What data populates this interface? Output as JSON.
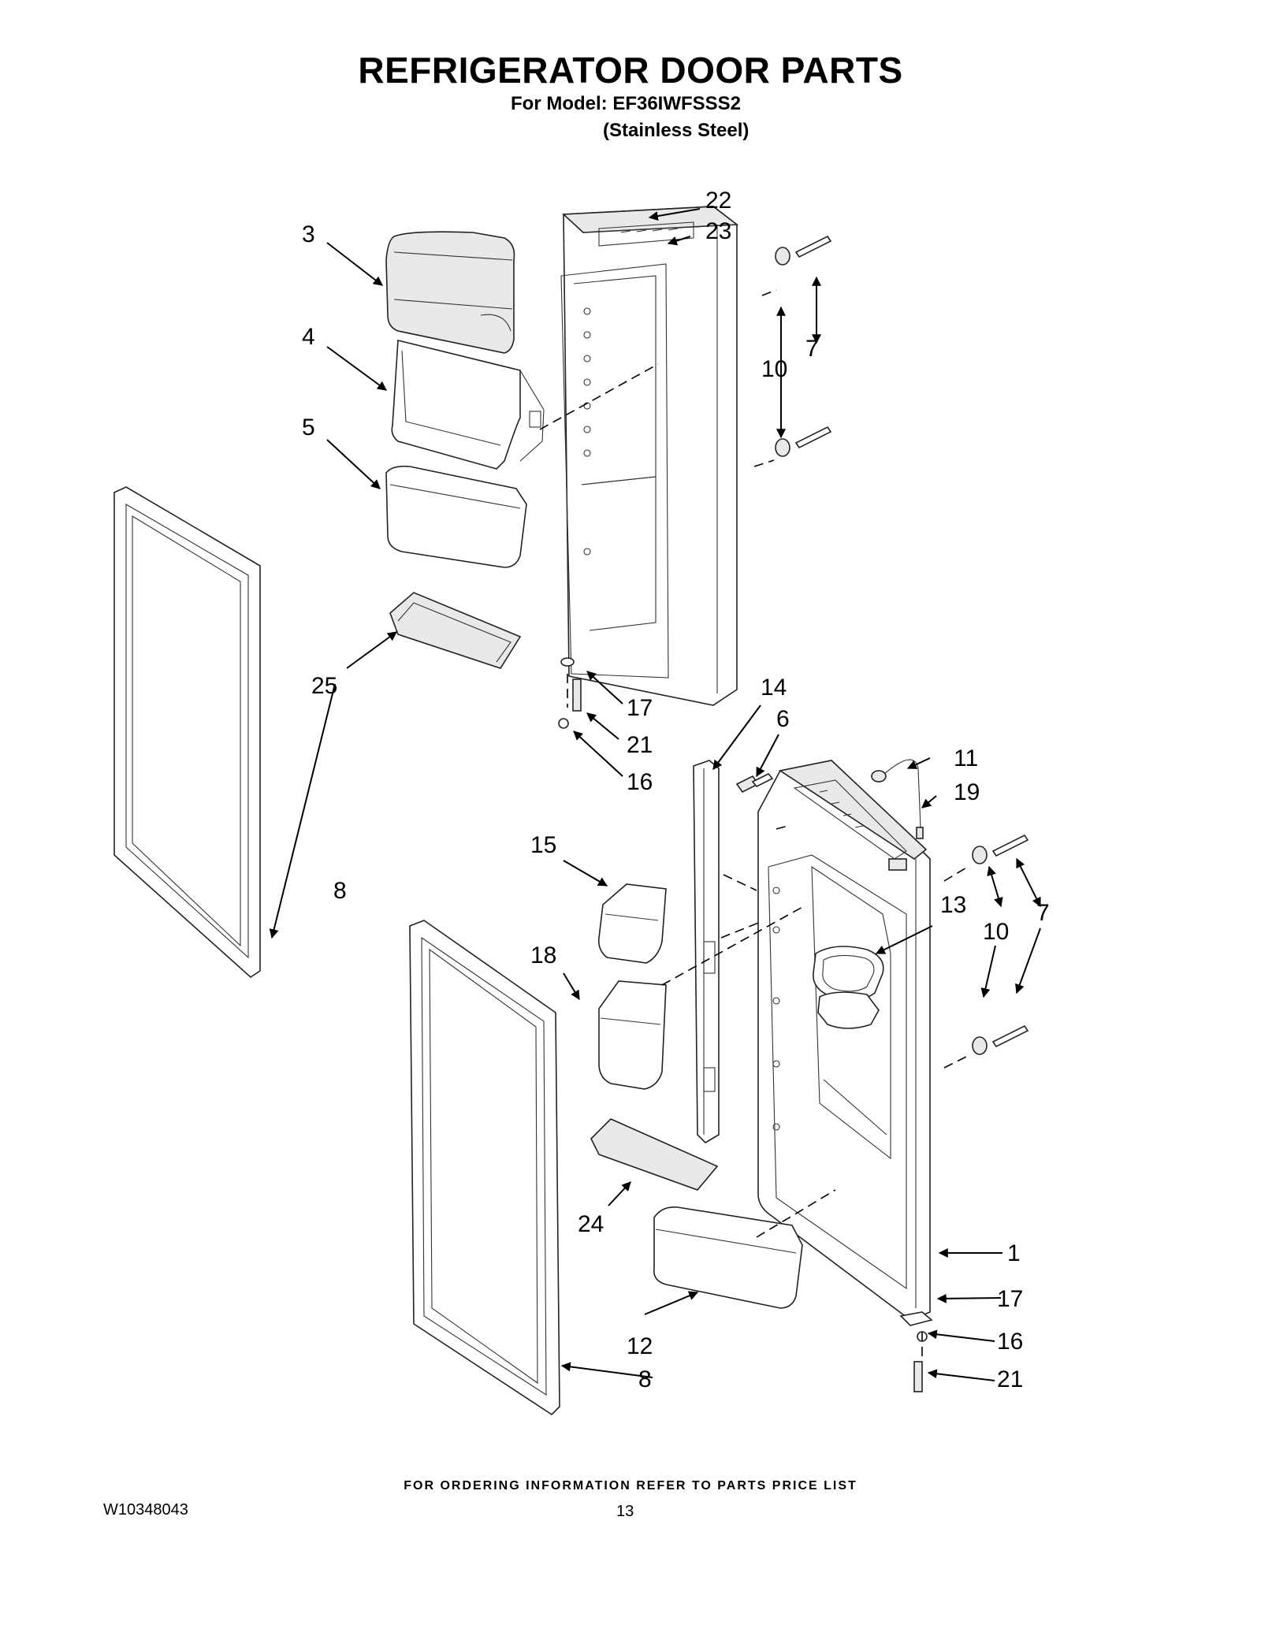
{
  "header": {
    "title": "REFRIGERATOR DOOR PARTS",
    "model_line": "For Model: EF36IWFSSS2",
    "finish_line": "(Stainless Steel)"
  },
  "callouts": [
    {
      "id": "c1",
      "label": "1"
    },
    {
      "id": "c3",
      "label": "3"
    },
    {
      "id": "c4",
      "label": "4"
    },
    {
      "id": "c5",
      "label": "5"
    },
    {
      "id": "c6",
      "label": "6"
    },
    {
      "id": "c7a",
      "label": "7"
    },
    {
      "id": "c7b",
      "label": "7"
    },
    {
      "id": "c8a",
      "label": "8"
    },
    {
      "id": "c8b",
      "label": "8"
    },
    {
      "id": "c10a",
      "label": "10"
    },
    {
      "id": "c10b",
      "label": "10"
    },
    {
      "id": "c11",
      "label": "11"
    },
    {
      "id": "c12",
      "label": "12"
    },
    {
      "id": "c13",
      "label": "13"
    },
    {
      "id": "c14",
      "label": "14"
    },
    {
      "id": "c15",
      "label": "15"
    },
    {
      "id": "c16a",
      "label": "16"
    },
    {
      "id": "c16b",
      "label": "16"
    },
    {
      "id": "c17a",
      "label": "17"
    },
    {
      "id": "c17b",
      "label": "17"
    },
    {
      "id": "c18",
      "label": "18"
    },
    {
      "id": "c19",
      "label": "19"
    },
    {
      "id": "c21a",
      "label": "21"
    },
    {
      "id": "c21b",
      "label": "21"
    },
    {
      "id": "c22",
      "label": "22"
    },
    {
      "id": "c23",
      "label": "23"
    },
    {
      "id": "c24",
      "label": "24"
    },
    {
      "id": "c25",
      "label": "25"
    }
  ],
  "footer": {
    "note": "FOR ORDERING INFORMATION REFER TO PARTS PRICE LIST",
    "doc_number": "W10348043",
    "page_number": "13"
  }
}
